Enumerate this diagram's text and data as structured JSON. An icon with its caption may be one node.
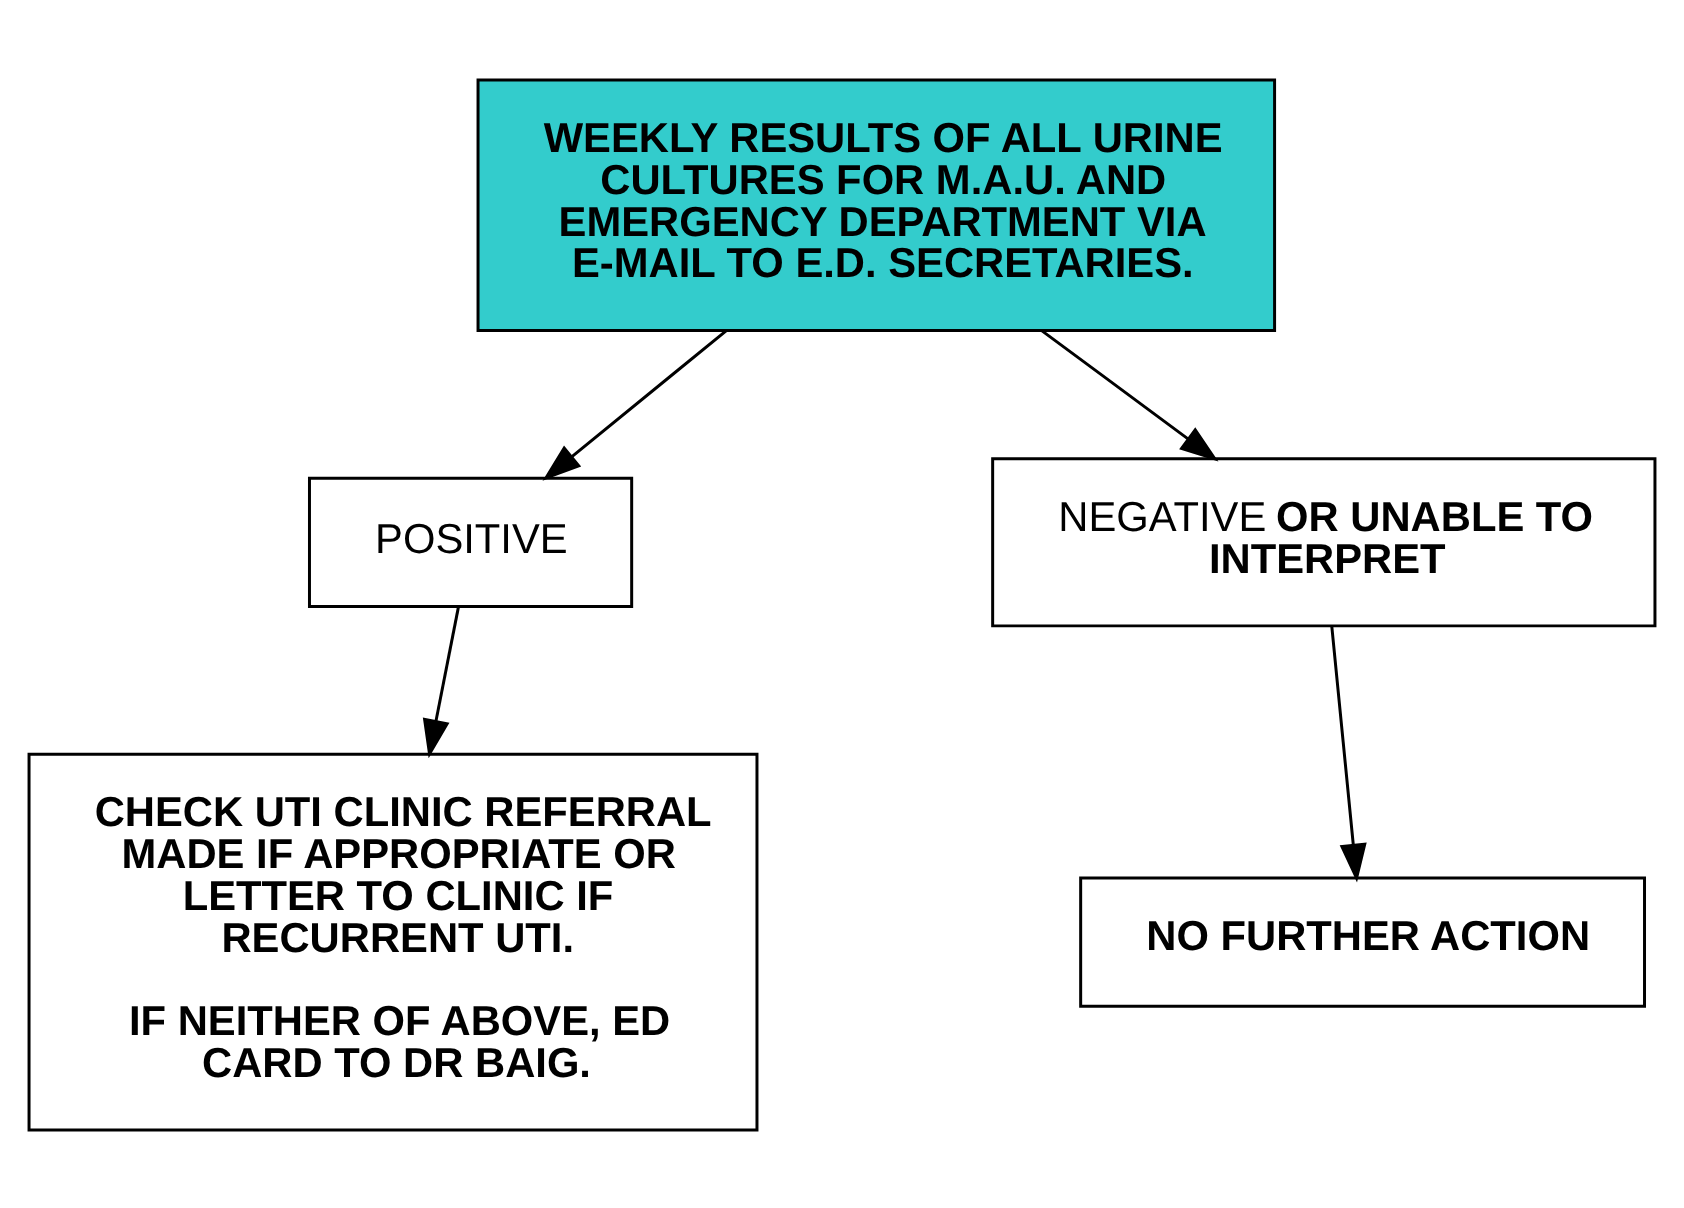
{
  "diagram": {
    "nodes": [
      {
        "text": [
          "WEEKLY RESULTS OF ALL URINE CULTURES FOR M.A.U. AND EMERGENCY DEPARTMENT VIA E-MAIL TO E.D. SECRETARIES."
        ]
      },
      {
        "text": [
          "POSITIVE"
        ]
      },
      {
        "text": [
          "NEGATIVE **OR UNABLE TO INTERPRET**"
        ]
      },
      {
        "text": [
          "CHECK UTI CLINIC REFERRAL MADE IF APPROPRIATE OR LETTER TO CLINIC IF RECURRENT UTI.",
          "IF NEITHER OF ABOVE, ED CARD TO DR BAIG."
        ]
      },
      {
        "text": [
          "NO FURTHER ACTION"
        ]
      }
    ],
    "edges": [
      {
        "from": 0,
        "to": 1,
        "arrow": "to"
      },
      {
        "from": 0,
        "to": 2,
        "arrow": "to"
      },
      {
        "from": 1,
        "to": 3,
        "arrow": "to"
      },
      {
        "from": 2,
        "to": 4,
        "arrow": "to"
      }
    ]
  }
}
